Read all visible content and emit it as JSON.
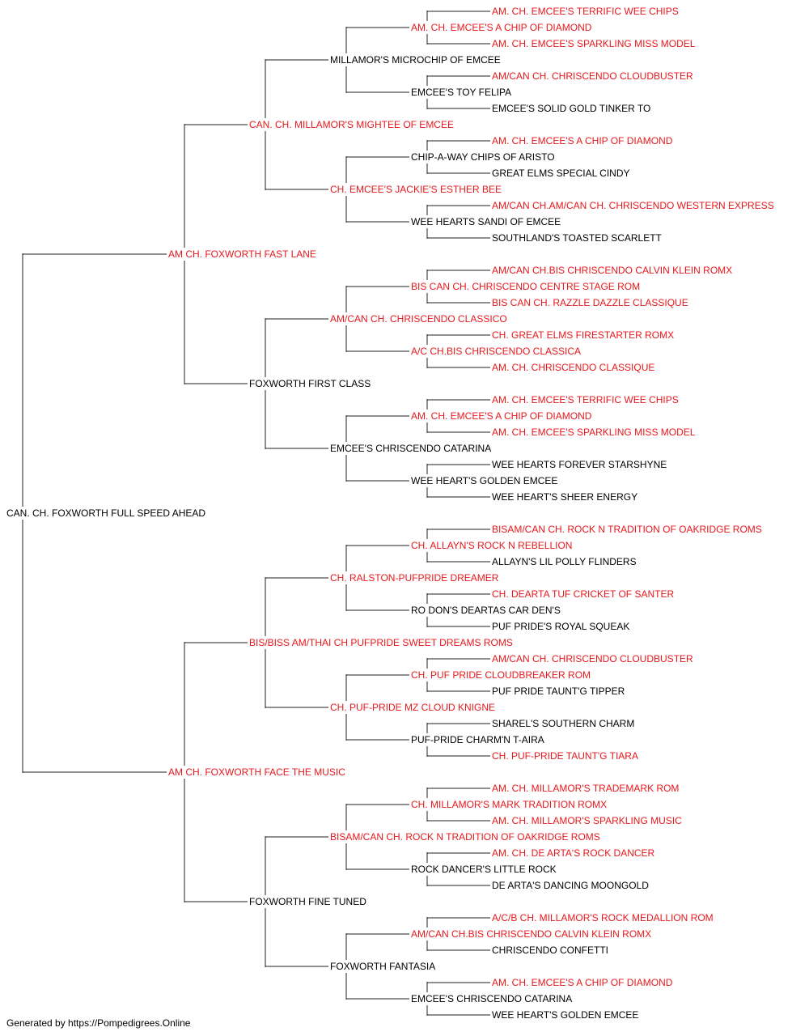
{
  "colors": {
    "champion": "#e8171c",
    "regular": "#000000",
    "line": "#222222"
  },
  "footer": "Generated by https://Pompedigrees.Online",
  "pedigree": {
    "name": "CAN. CH. FOXWORTH FULL SPEED AHEAD",
    "champion": false,
    "sire": {
      "name": "AM CH. FOXWORTH FAST LANE",
      "champion": true,
      "sire": {
        "name": "CAN. CH. MILLAMOR'S MIGHTEE OF EMCEE",
        "champion": true,
        "sire": {
          "name": "MILLAMOR'S MICROCHIP OF EMCEE",
          "champion": false,
          "sire": {
            "name": "AM. CH. EMCEE'S A CHIP OF DIAMOND",
            "champion": true,
            "sire": {
              "name": "AM. CH. EMCEE'S TERRIFIC WEE CHIPS",
              "champion": true
            },
            "dam": {
              "name": "AM. CH. EMCEE'S SPARKLING MISS MODEL",
              "champion": true
            }
          },
          "dam": {
            "name": "EMCEE'S TOY FELIPA",
            "champion": false,
            "sire": {
              "name": "AM/CAN CH. CHRISCENDO CLOUDBUSTER",
              "champion": true
            },
            "dam": {
              "name": "EMCEE'S SOLID GOLD TINKER TO",
              "champion": false
            }
          }
        },
        "dam": {
          "name": "CH. EMCEE'S JACKIE'S ESTHER BEE",
          "champion": true,
          "sire": {
            "name": "CHIP-A-WAY CHIPS OF ARISTO",
            "champion": false,
            "sire": {
              "name": "AM. CH. EMCEE'S A CHIP OF DIAMOND",
              "champion": true
            },
            "dam": {
              "name": "GREAT ELMS SPECIAL CINDY",
              "champion": false
            }
          },
          "dam": {
            "name": "WEE HEARTS SANDI OF EMCEE",
            "champion": false,
            "sire": {
              "name": "AM/CAN CH.AM/CAN CH. CHRISCENDO WESTERN EXPRESS",
              "champion": true
            },
            "dam": {
              "name": "SOUTHLAND'S TOASTED SCARLETT",
              "champion": false
            }
          }
        }
      },
      "dam": {
        "name": "FOXWORTH FIRST CLASS",
        "champion": false,
        "sire": {
          "name": "AM/CAN CH. CHRISCENDO CLASSICO",
          "champion": true,
          "sire": {
            "name": "BIS CAN CH. CHRISCENDO CENTRE STAGE ROM",
            "champion": true,
            "sire": {
              "name": "AM/CAN CH.BIS CHRISCENDO CALVIN KLEIN ROMX",
              "champion": true
            },
            "dam": {
              "name": "BIS CAN CH. RAZZLE DAZZLE CLASSIQUE",
              "champion": true
            }
          },
          "dam": {
            "name": "A/C CH.BIS CHRISCENDO CLASSICA",
            "champion": true,
            "sire": {
              "name": "CH. GREAT ELMS FIRESTARTER ROMX",
              "champion": true
            },
            "dam": {
              "name": "AM. CH. CHRISCENDO CLASSIQUE",
              "champion": true
            }
          }
        },
        "dam": {
          "name": "EMCEE'S CHRISCENDO CATARINA",
          "champion": false,
          "sire": {
            "name": "AM. CH. EMCEE'S A CHIP OF DIAMOND",
            "champion": true,
            "sire": {
              "name": "AM. CH. EMCEE'S TERRIFIC WEE CHIPS",
              "champion": true
            },
            "dam": {
              "name": "AM. CH. EMCEE'S SPARKLING MISS MODEL",
              "champion": true
            }
          },
          "dam": {
            "name": "WEE HEART'S GOLDEN EMCEE",
            "champion": false,
            "sire": {
              "name": "WEE HEARTS FOREVER STARSHYNE",
              "champion": false
            },
            "dam": {
              "name": "WEE HEART'S SHEER ENERGY",
              "champion": false
            }
          }
        }
      }
    },
    "dam": {
      "name": "AM CH. FOXWORTH FACE THE MUSIC",
      "champion": true,
      "sire": {
        "name": "BIS/BISS AM/THAI CH PUFPRIDE SWEET DREAMS ROMS",
        "champion": true,
        "sire": {
          "name": "CH. RALSTON-PUFPRIDE DREAMER",
          "champion": true,
          "sire": {
            "name": "CH. ALLAYN'S ROCK N REBELLION",
            "champion": true,
            "sire": {
              "name": "BISAM/CAN CH. ROCK N TRADITION OF OAKRIDGE ROMS",
              "champion": true
            },
            "dam": {
              "name": "ALLAYN'S LIL POLLY FLINDERS",
              "champion": false
            }
          },
          "dam": {
            "name": "RO DON'S DEARTAS CAR DEN'S",
            "champion": false,
            "sire": {
              "name": "CH. DEARTA TUF CRICKET OF SANTER",
              "champion": true
            },
            "dam": {
              "name": "PUF PRIDE'S ROYAL SQUEAK",
              "champion": false
            }
          }
        },
        "dam": {
          "name": "CH. PUF-PRIDE MZ CLOUD KNIGNE",
          "champion": true,
          "sire": {
            "name": "CH. PUF PRIDE CLOUDBREAKER ROM",
            "champion": true,
            "sire": {
              "name": "AM/CAN CH. CHRISCENDO CLOUDBUSTER",
              "champion": true
            },
            "dam": {
              "name": "PUF PRIDE TAUNT'G TIPPER",
              "champion": false
            }
          },
          "dam": {
            "name": "PUF-PRIDE CHARM'N T-AIRA",
            "champion": false,
            "sire": {
              "name": "SHAREL'S SOUTHERN CHARM",
              "champion": false
            },
            "dam": {
              "name": "CH. PUF-PRIDE TAUNT'G TIARA",
              "champion": true
            }
          }
        }
      },
      "dam": {
        "name": "FOXWORTH FINE TUNED",
        "champion": false,
        "sire": {
          "name": "BISAM/CAN CH. ROCK N TRADITION OF OAKRIDGE ROMS",
          "champion": true,
          "sire": {
            "name": "CH. MILLAMOR'S MARK TRADITION ROMX",
            "champion": true,
            "sire": {
              "name": "AM. CH. MILLAMOR'S TRADEMARK ROM",
              "champion": true
            },
            "dam": {
              "name": "AM. CH. MILLAMOR'S SPARKLING MUSIC",
              "champion": true
            }
          },
          "dam": {
            "name": "ROCK DANCER'S LITTLE ROCK",
            "champion": false,
            "sire": {
              "name": "AM. CH. DE ARTA'S ROCK DANCER",
              "champion": true
            },
            "dam": {
              "name": "DE ARTA'S DANCING MOONGOLD",
              "champion": false
            }
          }
        },
        "dam": {
          "name": "FOXWORTH FANTASIA",
          "champion": false,
          "sire": {
            "name": "AM/CAN CH.BIS CHRISCENDO CALVIN KLEIN ROMX",
            "champion": true,
            "sire": {
              "name": "A/C/B CH. MILLAMOR'S ROCK MEDALLION ROM",
              "champion": true
            },
            "dam": {
              "name": "CHRISCENDO CONFETTI",
              "champion": false
            }
          },
          "dam": {
            "name": "EMCEE'S CHRISCENDO CATARINA",
            "champion": false,
            "sire": {
              "name": "AM. CH. EMCEE'S A CHIP OF DIAMOND",
              "champion": true
            },
            "dam": {
              "name": "WEE HEART'S GOLDEN EMCEE",
              "champion": false
            }
          }
        }
      }
    }
  }
}
